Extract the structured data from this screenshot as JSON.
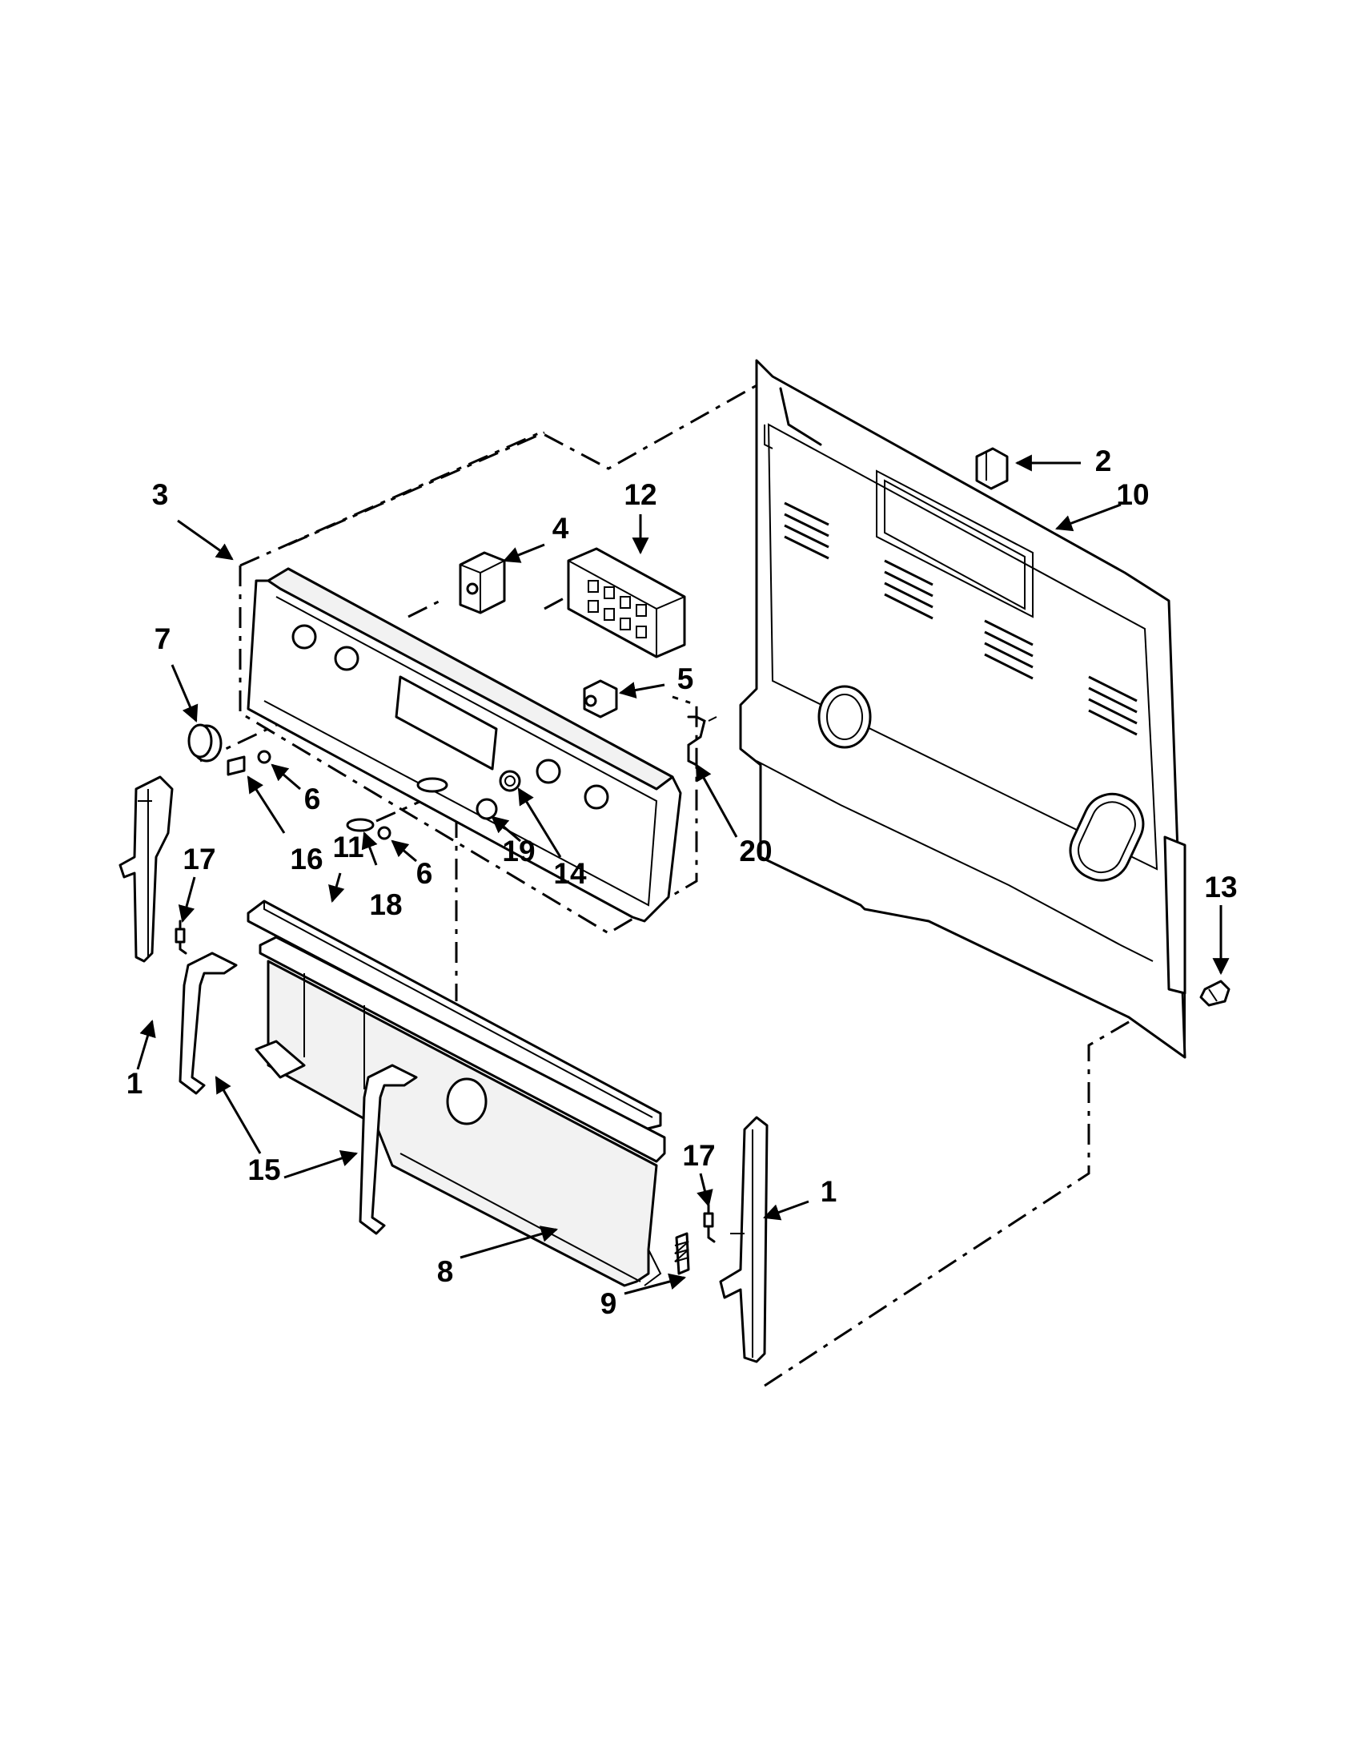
{
  "diagram": {
    "callouts": {
      "c1_left": "1",
      "c1_right": "1",
      "c2": "2",
      "c3": "3",
      "c4": "4",
      "c5": "5",
      "c6_a": "6",
      "c6_b": "6",
      "c7": "7",
      "c8": "8",
      "c9": "9",
      "c10": "10",
      "c11": "11",
      "c12": "12",
      "c13": "13",
      "c14": "14",
      "c15": "15",
      "c16": "16",
      "c17_left": "17",
      "c17_right": "17",
      "c18": "18",
      "c19": "19",
      "c20": "20"
    }
  }
}
